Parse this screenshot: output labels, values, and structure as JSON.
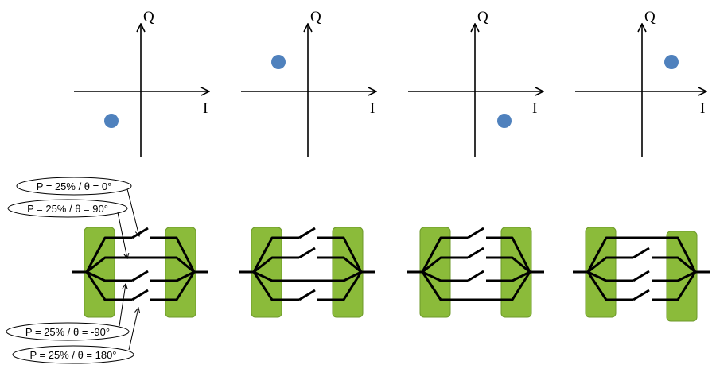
{
  "colors": {
    "point": "#4f81bd",
    "block_fill": "#8bbb3a",
    "block_stroke": "#6e9a2a",
    "line": "#000000"
  },
  "constellations": [
    {
      "axis_labels": {
        "i": "I",
        "q": "Q"
      },
      "point": {
        "i": -1,
        "q": -1
      }
    },
    {
      "axis_labels": {
        "i": "I",
        "q": "Q"
      },
      "point": {
        "i": -1,
        "q": 1
      }
    },
    {
      "axis_labels": {
        "i": "I",
        "q": "Q"
      },
      "point": {
        "i": 1,
        "q": -1
      }
    },
    {
      "axis_labels": {
        "i": "I",
        "q": "Q"
      },
      "point": {
        "i": 1,
        "q": 1
      }
    }
  ],
  "modulators": [
    {
      "closed_path": 1
    },
    {
      "closed_path": 2
    },
    {
      "closed_path": 3
    },
    {
      "closed_path": 0
    }
  ],
  "callouts": [
    {
      "text": "P = 25% / θ = 0°"
    },
    {
      "text": "P = 25% / θ = 90°"
    },
    {
      "text": "P = 25% / θ = -90°"
    },
    {
      "text": "P = 25% / θ = 180°"
    }
  ]
}
